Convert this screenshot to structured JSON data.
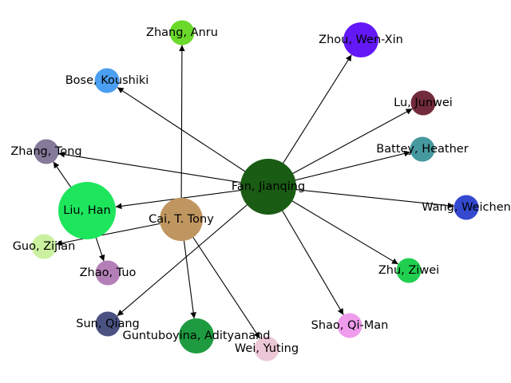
{
  "graph": {
    "nodes": [
      {
        "id": "fan",
        "label": "Fan, Jianqing",
        "color": "#1a5c14",
        "size": "xl"
      },
      {
        "id": "cai",
        "label": "Cai, T. Tony",
        "color": "#c09660",
        "size": "l"
      },
      {
        "id": "liu",
        "label": "Liu, Han",
        "color": "#1de65c",
        "size": "xxl"
      },
      {
        "id": "zhang_anru",
        "label": "Zhang, Anru",
        "color": "#6ad92a",
        "size": "s"
      },
      {
        "id": "zhou",
        "label": "Zhou, Wen-Xin",
        "color": "#6318f7",
        "size": "m"
      },
      {
        "id": "bose",
        "label": "Bose, Koushiki",
        "color": "#4b9ff2",
        "size": "s"
      },
      {
        "id": "lu",
        "label": "Lu, Junwei",
        "color": "#722b3c",
        "size": "s"
      },
      {
        "id": "zhang_tong",
        "label": "Zhang, Tong",
        "color": "#857a9a",
        "size": "s"
      },
      {
        "id": "battey",
        "label": "Battey, Heather",
        "color": "#46999e",
        "size": "s"
      },
      {
        "id": "wang",
        "label": "Wang, Weichen",
        "color": "#3449d0",
        "size": "s"
      },
      {
        "id": "guo",
        "label": "Guo, Zijian",
        "color": "#cbf0a0",
        "size": "s"
      },
      {
        "id": "zhao",
        "label": "Zhao, Tuo",
        "color": "#b47fb8",
        "size": "s"
      },
      {
        "id": "zhu",
        "label": "Zhu, Ziwei",
        "color": "#20cf4f",
        "size": "s"
      },
      {
        "id": "sun",
        "label": "Sun, Qiang",
        "color": "#4a5282",
        "size": "s"
      },
      {
        "id": "guntu",
        "label": "Guntuboyina, Adityanand",
        "color": "#1e9b40",
        "size": "m"
      },
      {
        "id": "shao",
        "label": "Shao, Qi-Man",
        "color": "#ef9ced",
        "size": "s"
      },
      {
        "id": "wei",
        "label": "Wei, Yuting",
        "color": "#ecc7d6",
        "size": "s"
      }
    ],
    "edges": [
      {
        "source": "fan",
        "target": "zhou"
      },
      {
        "source": "fan",
        "target": "bose"
      },
      {
        "source": "fan",
        "target": "lu"
      },
      {
        "source": "fan",
        "target": "zhang_tong"
      },
      {
        "source": "fan",
        "target": "battey"
      },
      {
        "source": "fan",
        "target": "wang"
      },
      {
        "source": "fan",
        "target": "liu"
      },
      {
        "source": "fan",
        "target": "zhu"
      },
      {
        "source": "fan",
        "target": "sun"
      },
      {
        "source": "fan",
        "target": "shao"
      },
      {
        "source": "cai",
        "target": "zhang_anru"
      },
      {
        "source": "cai",
        "target": "guo"
      },
      {
        "source": "cai",
        "target": "guntu"
      },
      {
        "source": "cai",
        "target": "wei"
      },
      {
        "source": "liu",
        "target": "zhang_tong"
      },
      {
        "source": "liu",
        "target": "zhao"
      }
    ]
  }
}
